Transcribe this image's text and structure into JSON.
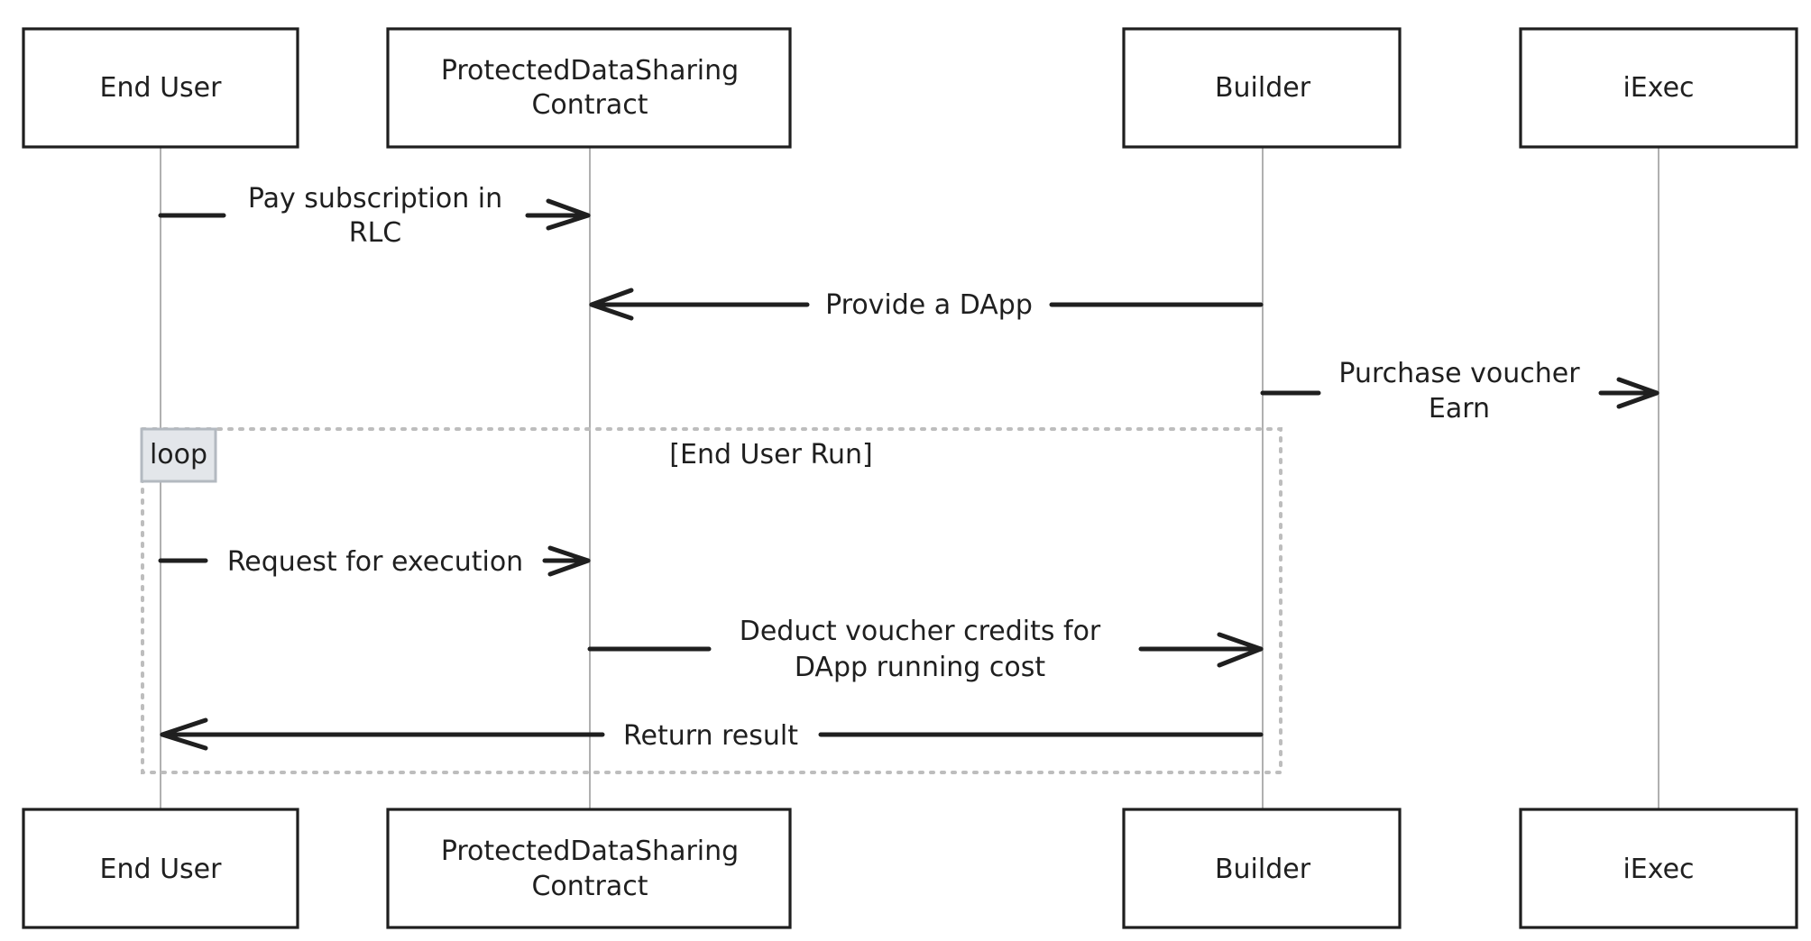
{
  "participants": [
    {
      "id": "end-user",
      "label_lines": [
        "End User"
      ]
    },
    {
      "id": "contract",
      "label_lines": [
        "ProtectedDataSharing",
        "Contract"
      ]
    },
    {
      "id": "builder",
      "label_lines": [
        "Builder"
      ]
    },
    {
      "id": "iexec",
      "label_lines": [
        "iExec"
      ]
    }
  ],
  "messages": [
    {
      "id": "pay-subscription",
      "label_lines": [
        "Pay subscription in",
        "RLC"
      ]
    },
    {
      "id": "provide-dapp",
      "label_lines": [
        "Provide a DApp"
      ]
    },
    {
      "id": "purchase-voucher",
      "label_lines": [
        "Purchase voucher",
        "Earn"
      ]
    },
    {
      "id": "request-execution",
      "label_lines": [
        "Request for execution"
      ]
    },
    {
      "id": "deduct-credits",
      "label_lines": [
        "Deduct voucher credits for",
        "DApp running cost"
      ]
    },
    {
      "id": "return-result",
      "label_lines": [
        "Return result"
      ]
    }
  ],
  "loop": {
    "tag": "loop",
    "condition": "[End User Run]"
  },
  "colors": {
    "ink": "#1f1f1f",
    "lifeline": "#b0b0b0",
    "loop_frame": "#bdbdbd",
    "loop_tag_fill": "#e3e6ea"
  }
}
